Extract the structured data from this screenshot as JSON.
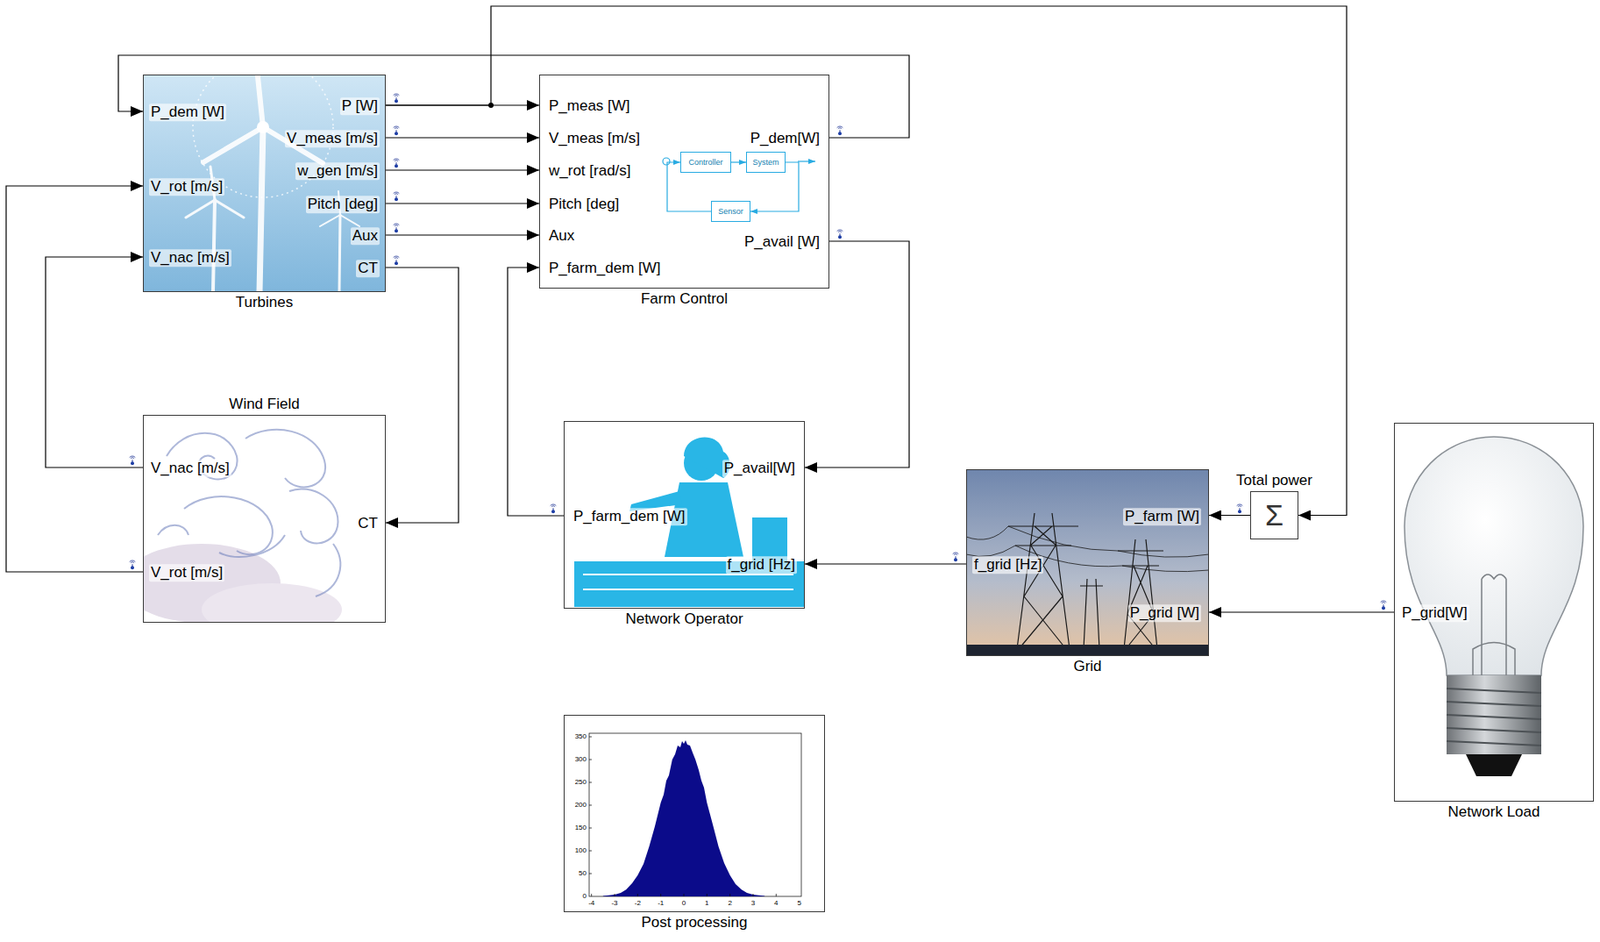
{
  "diagram": {
    "nodes": [
      {
        "text": [
          "Turbines",
          "P_dem [W]",
          "V_rot [m/s]",
          "V_nac [m/s]",
          "P [W]",
          "V_meas [m/s]",
          "w_gen [m/s]",
          "Pitch [deg]",
          "Aux",
          "CT"
        ]
      },
      {
        "text": [
          "Farm Control",
          "P_meas [W]",
          "V_meas [m/s]",
          "w_rot [rad/s]",
          "Pitch [deg]",
          "Aux",
          "P_farm_dem [W]",
          "P_dem[W]",
          "P_avail [W]"
        ]
      },
      {
        "text": [
          "Controller"
        ],
        "in": 1
      },
      {
        "text": [
          "System"
        ],
        "in": 1
      },
      {
        "text": [
          "Sensor"
        ],
        "in": 1
      },
      {
        "text": [
          "Wind Field",
          "V_nac [m/s]",
          "V_rot [m/s]",
          "CT"
        ]
      },
      {
        "text": [
          "Network Operator",
          "P_avail[W]",
          "P_farm_dem [W]",
          "f_grid [Hz]"
        ]
      },
      {
        "text": [
          "Grid",
          "f_grid [Hz]",
          "P_farm [W]",
          "P_grid [W]"
        ]
      },
      {
        "text": [
          "Total power",
          "Σ"
        ]
      },
      {
        "text": [
          "Network Load",
          "P_grid[W]"
        ]
      },
      {
        "text": [
          "Post processing"
        ]
      }
    ],
    "edges": [
      {
        "from": 0,
        "to": 1,
        "arrow": "to"
      },
      {
        "from": 0,
        "to": 1,
        "arrow": "to"
      },
      {
        "from": 0,
        "to": 1,
        "arrow": "to"
      },
      {
        "from": 0,
        "to": 1,
        "arrow": "to"
      },
      {
        "from": 0,
        "to": 1,
        "arrow": "to"
      },
      {
        "from": 0,
        "to": 8,
        "arrow": "to"
      },
      {
        "from": 1,
        "to": 0,
        "arrow": "to"
      },
      {
        "from": 0,
        "to": 5,
        "arrow": "to"
      },
      {
        "from": 5,
        "to": 0,
        "arrow": "to"
      },
      {
        "from": 5,
        "to": 0,
        "arrow": "to"
      },
      {
        "from": 1,
        "to": 6,
        "arrow": "to"
      },
      {
        "from": 6,
        "to": 1,
        "arrow": "to"
      },
      {
        "from": 7,
        "to": 6,
        "arrow": "to"
      },
      {
        "from": 8,
        "to": 7,
        "arrow": "to"
      },
      {
        "from": 9,
        "to": 7,
        "arrow": "to"
      },
      {
        "from": 2,
        "to": 3,
        "arrow": "to"
      },
      {
        "from": 3,
        "to": 4,
        "arrow": "to"
      },
      {
        "from": 4,
        "to": 2,
        "arrow": "to"
      }
    ],
    "labels": [
      "350",
      "300",
      "250",
      "200",
      "150",
      "100",
      "50",
      "0",
      "-4",
      "-3",
      "-2",
      "-1",
      "0",
      "1",
      "2",
      "3",
      "4",
      "5"
    ]
  }
}
